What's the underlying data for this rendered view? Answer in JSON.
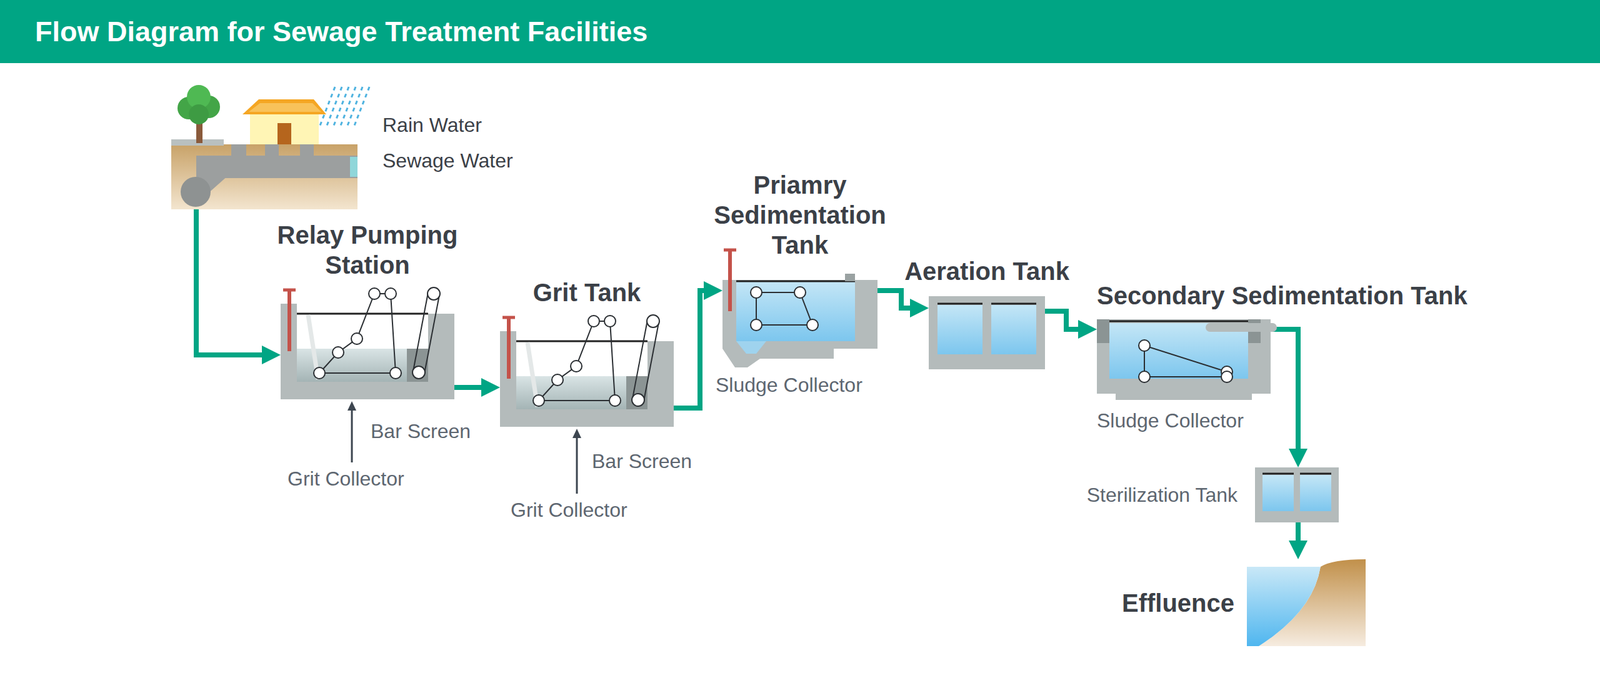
{
  "diagram": {
    "title": "Flow Diagram for Sewage Treatment Facilities",
    "nodes": [
      {
        "text": [
          "Rain Water",
          "Sewage Water"
        ]
      },
      {
        "text": [
          "Relay Pumping Station"
        ]
      },
      {
        "text": [
          "Grit Tank"
        ]
      },
      {
        "text": [
          "Priamry Sedimentation Tank"
        ]
      },
      {
        "text": [
          "Aeration Tank"
        ]
      },
      {
        "text": [
          "Secondary Sedimentation Tank"
        ]
      },
      {
        "text": [
          "Sterilization Tank"
        ]
      },
      {
        "text": [
          "Effluence"
        ]
      }
    ],
    "edges": [
      {
        "from": 0,
        "to": 1,
        "arrow": "to"
      },
      {
        "from": 1,
        "to": 2,
        "arrow": "to"
      },
      {
        "from": 2,
        "to": 3,
        "arrow": "to"
      },
      {
        "from": 3,
        "to": 4,
        "arrow": "to"
      },
      {
        "from": 4,
        "to": 5,
        "arrow": "to"
      },
      {
        "from": 5,
        "to": 6,
        "arrow": "to"
      },
      {
        "from": 6,
        "to": 7,
        "arrow": "to"
      }
    ],
    "labels": [
      "Bar Screen",
      "Grit Collector",
      "Bar Screen",
      "Grit Collector",
      "Sludge Collector",
      "Sludge Collector"
    ]
  }
}
